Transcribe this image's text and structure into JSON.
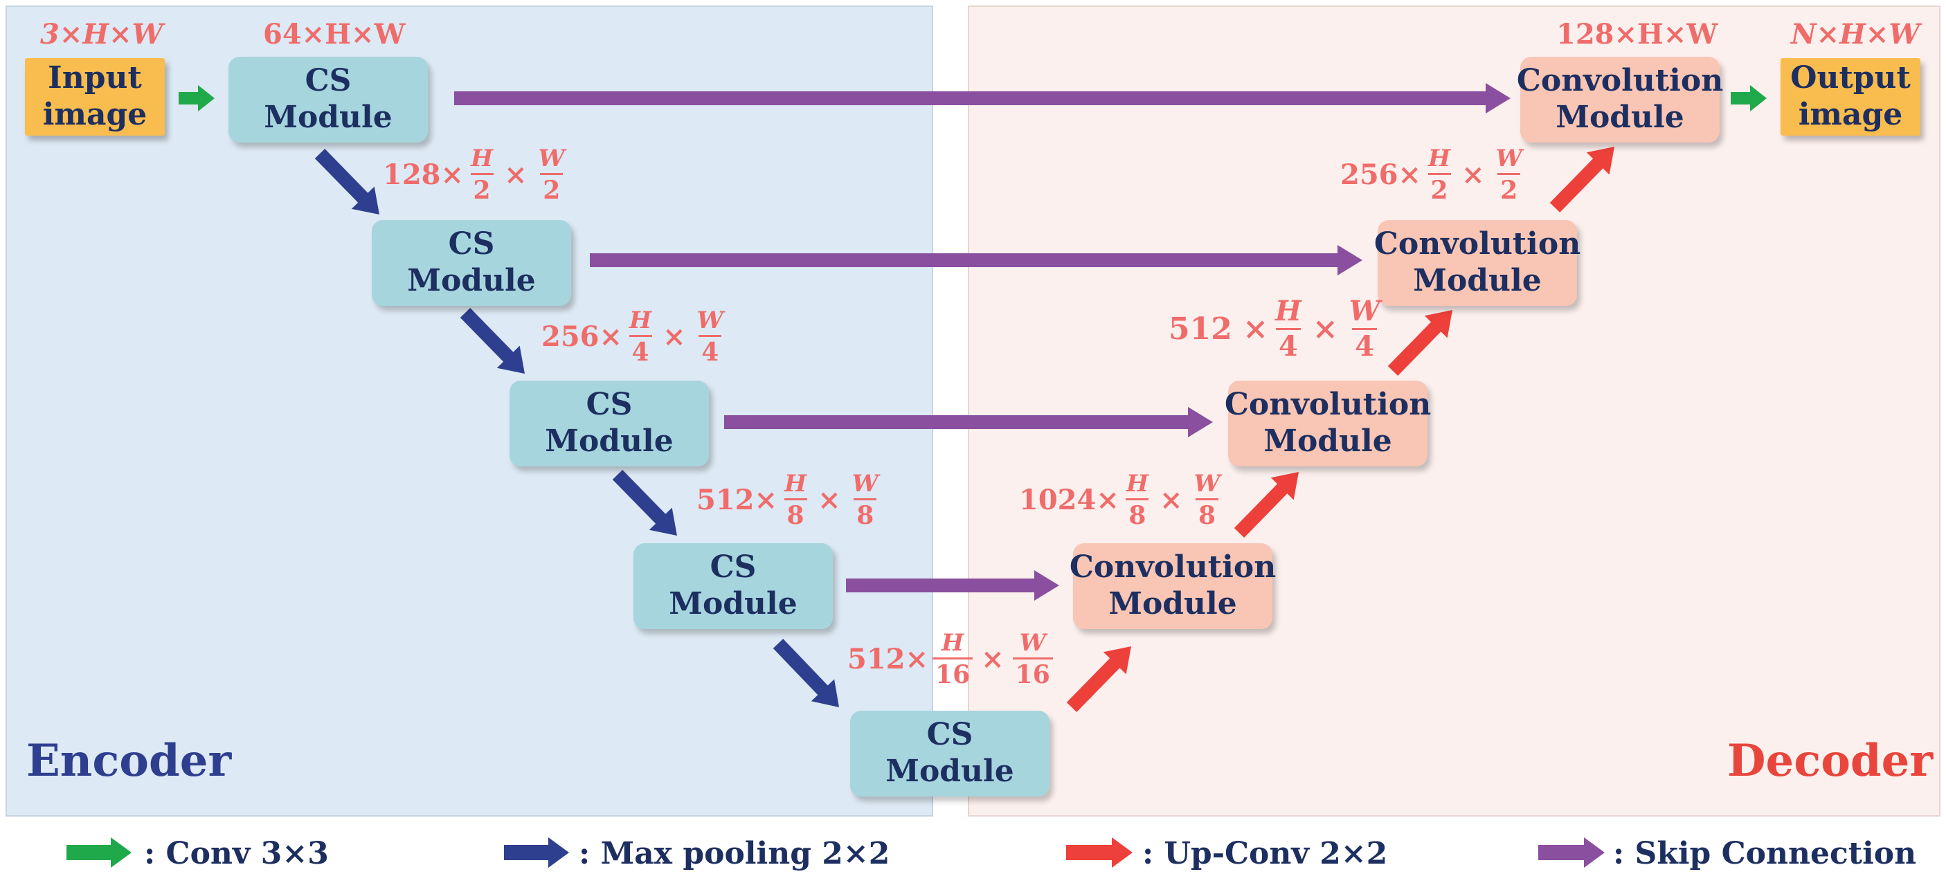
{
  "colors": {
    "encoder_bg": "#dde9f4",
    "decoder_bg": "#fcf0ee",
    "cs_module": "#a6d5de",
    "conv_module": "#f9c5b4",
    "io_box": "#f9bc4e",
    "text_dark": "#1d2f60",
    "dimension_text": "#ef6c6a",
    "conv3x3_arrow": "#1fa94b",
    "maxpool_arrow": "#2f3f8f",
    "upconv_arrow": "#ee403a",
    "skip_arrow": "#8a4f9f"
  },
  "panels": {
    "encoder_label": "Encoder",
    "decoder_label": "Decoder"
  },
  "input": {
    "line1": "Input",
    "line2": "image",
    "dim": "3×H×W"
  },
  "output": {
    "line1": "Output",
    "line2": "image",
    "dim": "N×H×W"
  },
  "encoder": [
    {
      "line1": "CS",
      "line2": "Module",
      "dim": "64×H×W"
    },
    {
      "line1": "CS",
      "line2": "Module",
      "dim_prefix": "128×",
      "dim_den": "2"
    },
    {
      "line1": "CS",
      "line2": "Module",
      "dim_prefix": "256×",
      "dim_den": "4"
    },
    {
      "line1": "CS",
      "line2": "Module",
      "dim_prefix": "512×",
      "dim_den": "8"
    },
    {
      "line1": "CS",
      "line2": "Module",
      "dim_prefix": "512×",
      "dim_den": "16"
    }
  ],
  "decoder": [
    {
      "line1": "Convolution",
      "line2": "Module",
      "dim_prefix": "1024×",
      "dim_den": "8"
    },
    {
      "line1": "Convolution",
      "line2": "Module",
      "dim_prefix": "512 ×",
      "dim_den": "4"
    },
    {
      "line1": "Convolution",
      "line2": "Module",
      "dim_prefix": "256×",
      "dim_den": "2"
    },
    {
      "line1": "Convolution",
      "line2": "Module",
      "dim": "128×H×W"
    }
  ],
  "fraction_symbols": {
    "height": "H",
    "width": "W",
    "times": "×"
  },
  "legend": [
    {
      "label": ": Conv 3×3",
      "icon": "green-arrow"
    },
    {
      "label": ": Max pooling 2×2",
      "icon": "navy-arrow"
    },
    {
      "label": ": Up-Conv 2×2",
      "icon": "red-arrow"
    },
    {
      "label": ": Skip Connection",
      "icon": "purple-arrow"
    }
  ]
}
